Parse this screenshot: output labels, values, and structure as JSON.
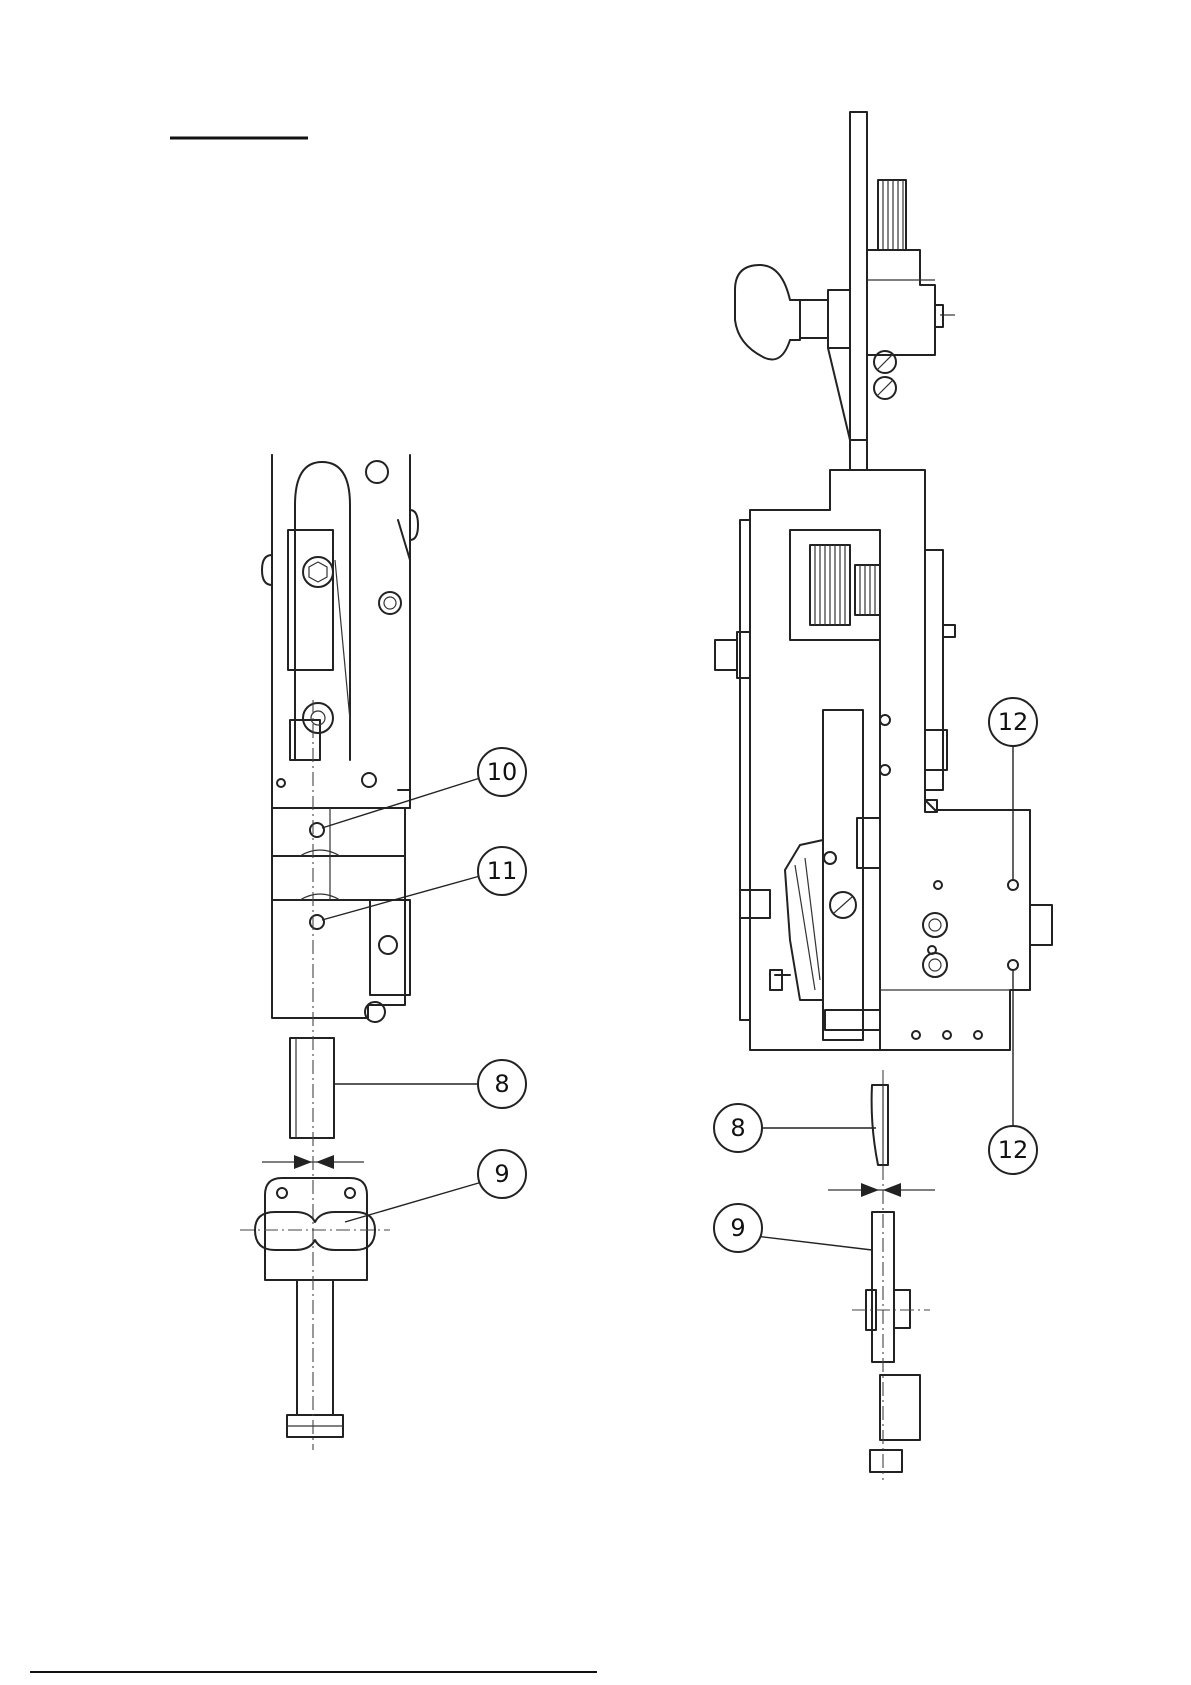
{
  "callouts": {
    "left_10": "10",
    "left_11": "11",
    "left_8": "8",
    "left_9": "9",
    "right_12_top": "12",
    "right_12_bottom": "12",
    "right_8": "8",
    "right_9": "9"
  }
}
